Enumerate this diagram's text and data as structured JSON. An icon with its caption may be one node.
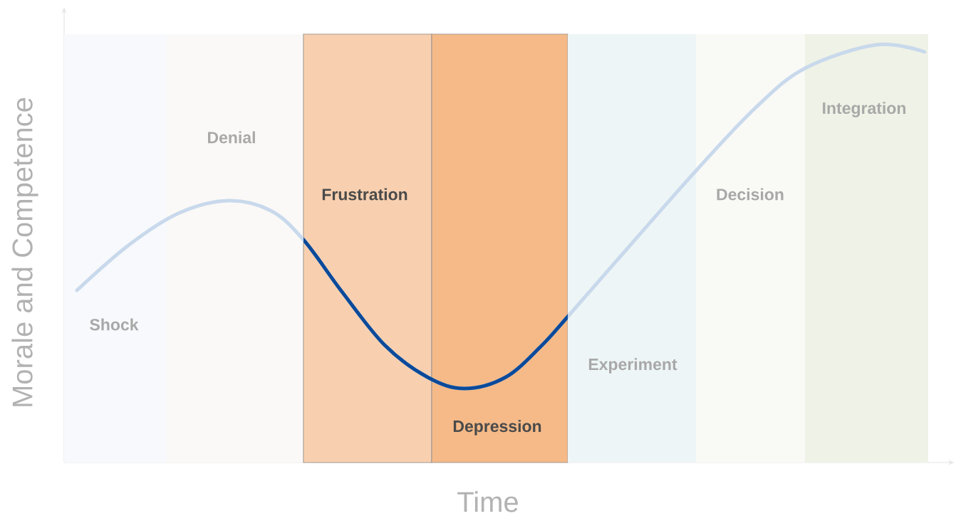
{
  "diagram": {
    "nodes": [
      {
        "text": [
          "Shock"
        ]
      },
      {
        "text": [
          "Denial"
        ]
      },
      {
        "text": [
          "Frustration"
        ]
      },
      {
        "text": [
          "Depression"
        ]
      },
      {
        "text": [
          "Experiment"
        ]
      },
      {
        "text": [
          "Decision"
        ]
      },
      {
        "text": [
          "Integration"
        ]
      }
    ],
    "labels": [
      "Morale and Competence",
      "Time"
    ]
  }
}
